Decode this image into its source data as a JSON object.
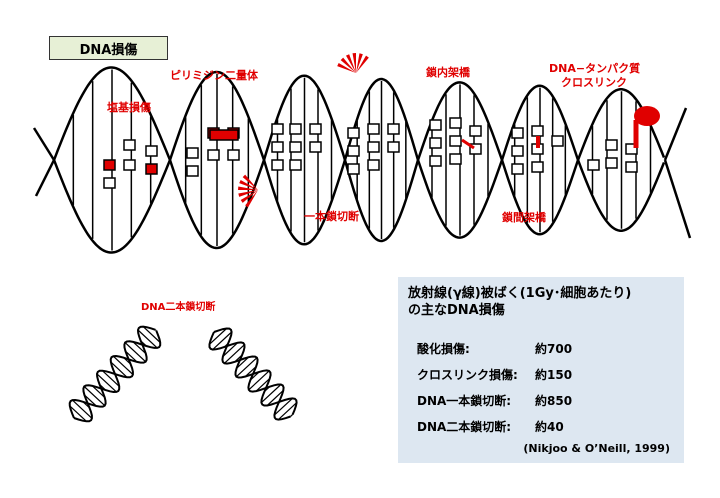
{
  "header": {
    "title": "DNA損傷"
  },
  "labels": {
    "base_damage": "塩基損傷",
    "pyrimidine_dimer": "ピリミジン二量体",
    "intrastrand_crosslink": "鎖内架橋",
    "dna_protein_crosslink_1": "DNA−タンパク質",
    "dna_protein_crosslink_2": "クロスリンク",
    "single_strand_break": "一本鎖切断",
    "interstrand_crosslink": "鎖間架橋",
    "double_strand_break": "DNA二本鎖切断"
  },
  "info": {
    "title_line1": "放射線(γ線)被ばく(1Gy･細胞あたり)",
    "title_line2": "の主なDNA損傷",
    "rows": [
      {
        "label": "酸化損傷:",
        "value": "約700"
      },
      {
        "label": "クロスリンク損傷:",
        "value": "約150"
      },
      {
        "label": "DNA一本鎖切断:",
        "value": "約850"
      },
      {
        "label": "DNA二本鎖切断:",
        "value": "約40"
      }
    ],
    "reference": "(Nikjoo & O’Neill, 1999)"
  },
  "colors": {
    "damage_red": "#e00000",
    "title_bg": "#e7f0d6",
    "info_bg": "#dde7f1"
  }
}
